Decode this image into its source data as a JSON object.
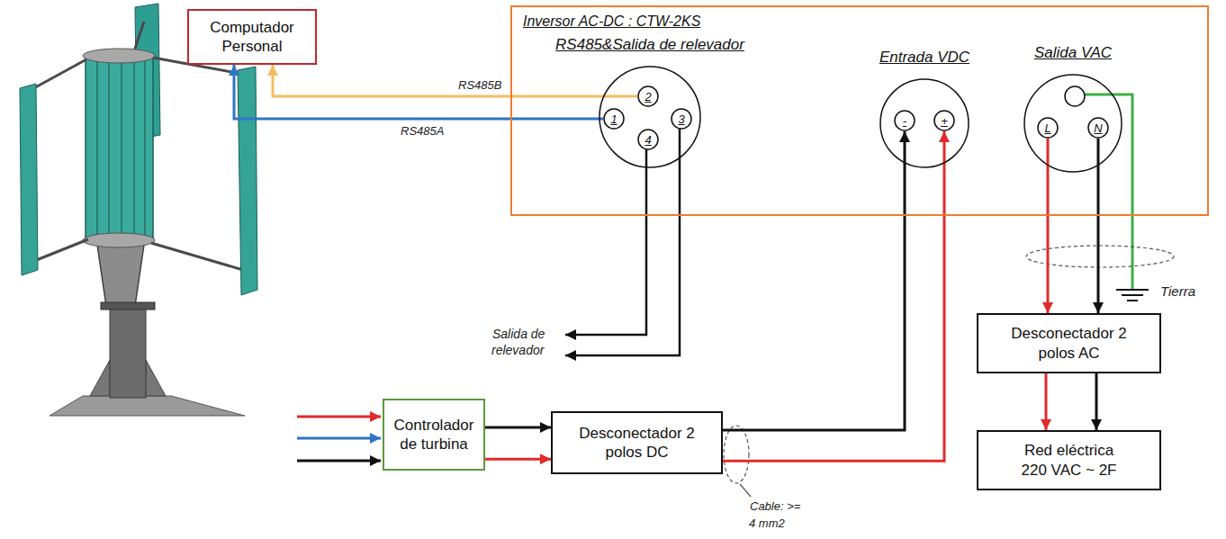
{
  "diagram": {
    "nodes": [
      {
        "text": [
          "Computador Personal"
        ]
      },
      {
        "text": [
          "Inversor AC-DC : CTW-2KS"
        ]
      },
      {
        "text": [
          "RS485&Salida de relevador"
        ],
        "in": 1
      },
      {
        "text": [
          "2"
        ],
        "in": 2
      },
      {
        "text": [
          "1"
        ],
        "in": 2
      },
      {
        "text": [
          "3"
        ],
        "in": 2
      },
      {
        "text": [
          "4"
        ],
        "in": 2
      },
      {
        "text": [
          "Entrada VDC"
        ],
        "in": 1
      },
      {
        "text": [
          "-"
        ],
        "in": 7
      },
      {
        "text": [
          "+"
        ],
        "in": 7
      },
      {
        "text": [
          "Salida VAC"
        ],
        "in": 1
      },
      {
        "text": [
          "L"
        ],
        "in": 10
      },
      {
        "text": [
          "N"
        ],
        "in": 10
      },
      {
        "text": [
          "Controlador de turbina"
        ]
      },
      {
        "text": [
          "Desconectador 2 polos DC"
        ]
      },
      {
        "text": [
          "Desconectador 2 polos AC"
        ]
      },
      {
        "text": [
          "Red eléctrica 220 VAC ~ 2F"
        ]
      }
    ],
    "edges": [
      {
        "from": 3,
        "to": 0,
        "arrow": "to",
        "label": "RS485B"
      },
      {
        "from": 4,
        "to": 0,
        "arrow": "to",
        "label": "RS485A"
      },
      {
        "from": 13,
        "to": 14,
        "arrow": "to"
      },
      {
        "from": 13,
        "to": 14,
        "arrow": "to"
      },
      {
        "from": 14,
        "to": 8,
        "arrow": "to"
      },
      {
        "from": 14,
        "to": 9,
        "arrow": "to"
      },
      {
        "from": 11,
        "to": 15,
        "arrow": "to"
      },
      {
        "from": 12,
        "to": 15,
        "arrow": "to"
      },
      {
        "from": 15,
        "to": 16,
        "arrow": "to"
      },
      {
        "from": 15,
        "to": 16,
        "arrow": "to"
      }
    ],
    "labels": [
      "Salida de relevador",
      "Cable: >= 4 mm2",
      "Tierra"
    ]
  }
}
